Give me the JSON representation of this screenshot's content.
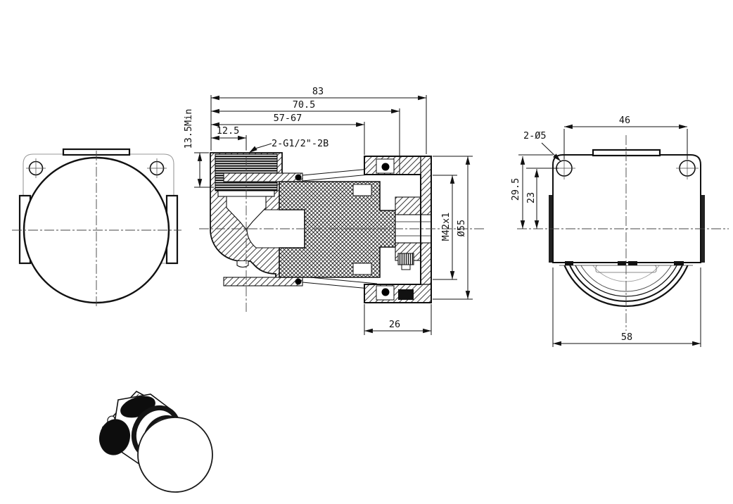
{
  "drawing": {
    "type": "mechanical-part-orthographic-drawing",
    "line_color": "#111111",
    "background": "#ffffff",
    "section_view": {
      "dim_total_length": "83",
      "dim_body_length": "70.5",
      "dim_adjust_range": "57-67",
      "dim_thread_engage": "12.5",
      "dim_thread_min_depth": "13.5Min",
      "label_port_thread": "2-G1/2\"-2B",
      "dim_cap_thread": "M42x1",
      "dim_cap_outer_dia": "Ø55",
      "dim_cap_depth": "26"
    },
    "side_view": {
      "dim_hole_spacing": "46",
      "label_hole_dia": "2-Ø5",
      "dim_top_to_axis": "29.5",
      "dim_hole_to_axis": "23",
      "dim_plate_width": "58"
    }
  }
}
